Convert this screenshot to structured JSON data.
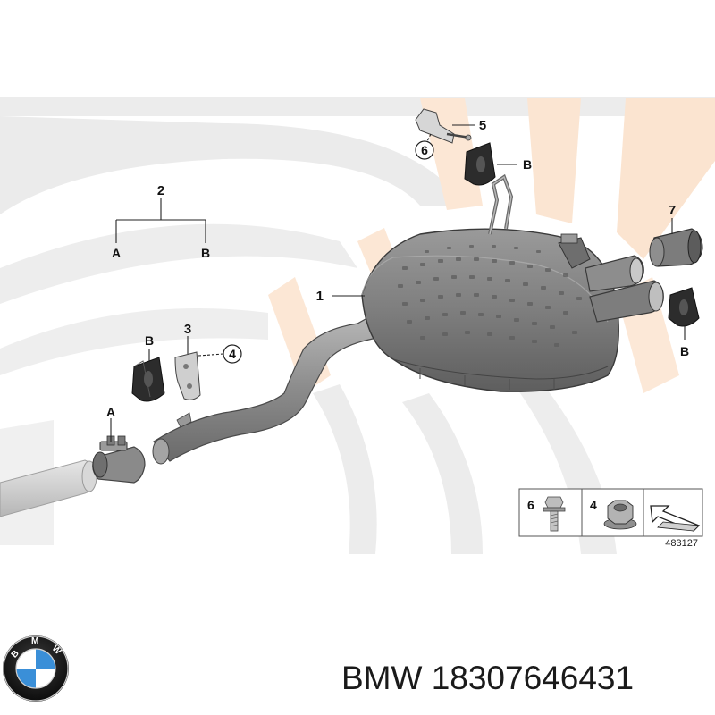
{
  "callouts": {
    "part_1": "1",
    "part_2": "2",
    "part_2_a": "A",
    "part_2_b": "B",
    "part_3": "3",
    "part_4": "4",
    "part_5": "5",
    "part_6": "6",
    "part_7": "7",
    "mount_b_left": "B",
    "clamp_a": "A",
    "mount_b_top": "B",
    "mount_b_right": "B"
  },
  "legend_box": {
    "bolt_number": "6",
    "nut_number": "4",
    "diagram_code": "483127"
  },
  "brand": {
    "caption": "BMW 18307646431",
    "logo_letters": "BMW"
  },
  "colors": {
    "watermark_gray": "#e9e9e9",
    "watermark_peach": "#fbe6d4",
    "muffler_gray": "#8a8a8a",
    "logo_blue": "#3a8fd8"
  }
}
